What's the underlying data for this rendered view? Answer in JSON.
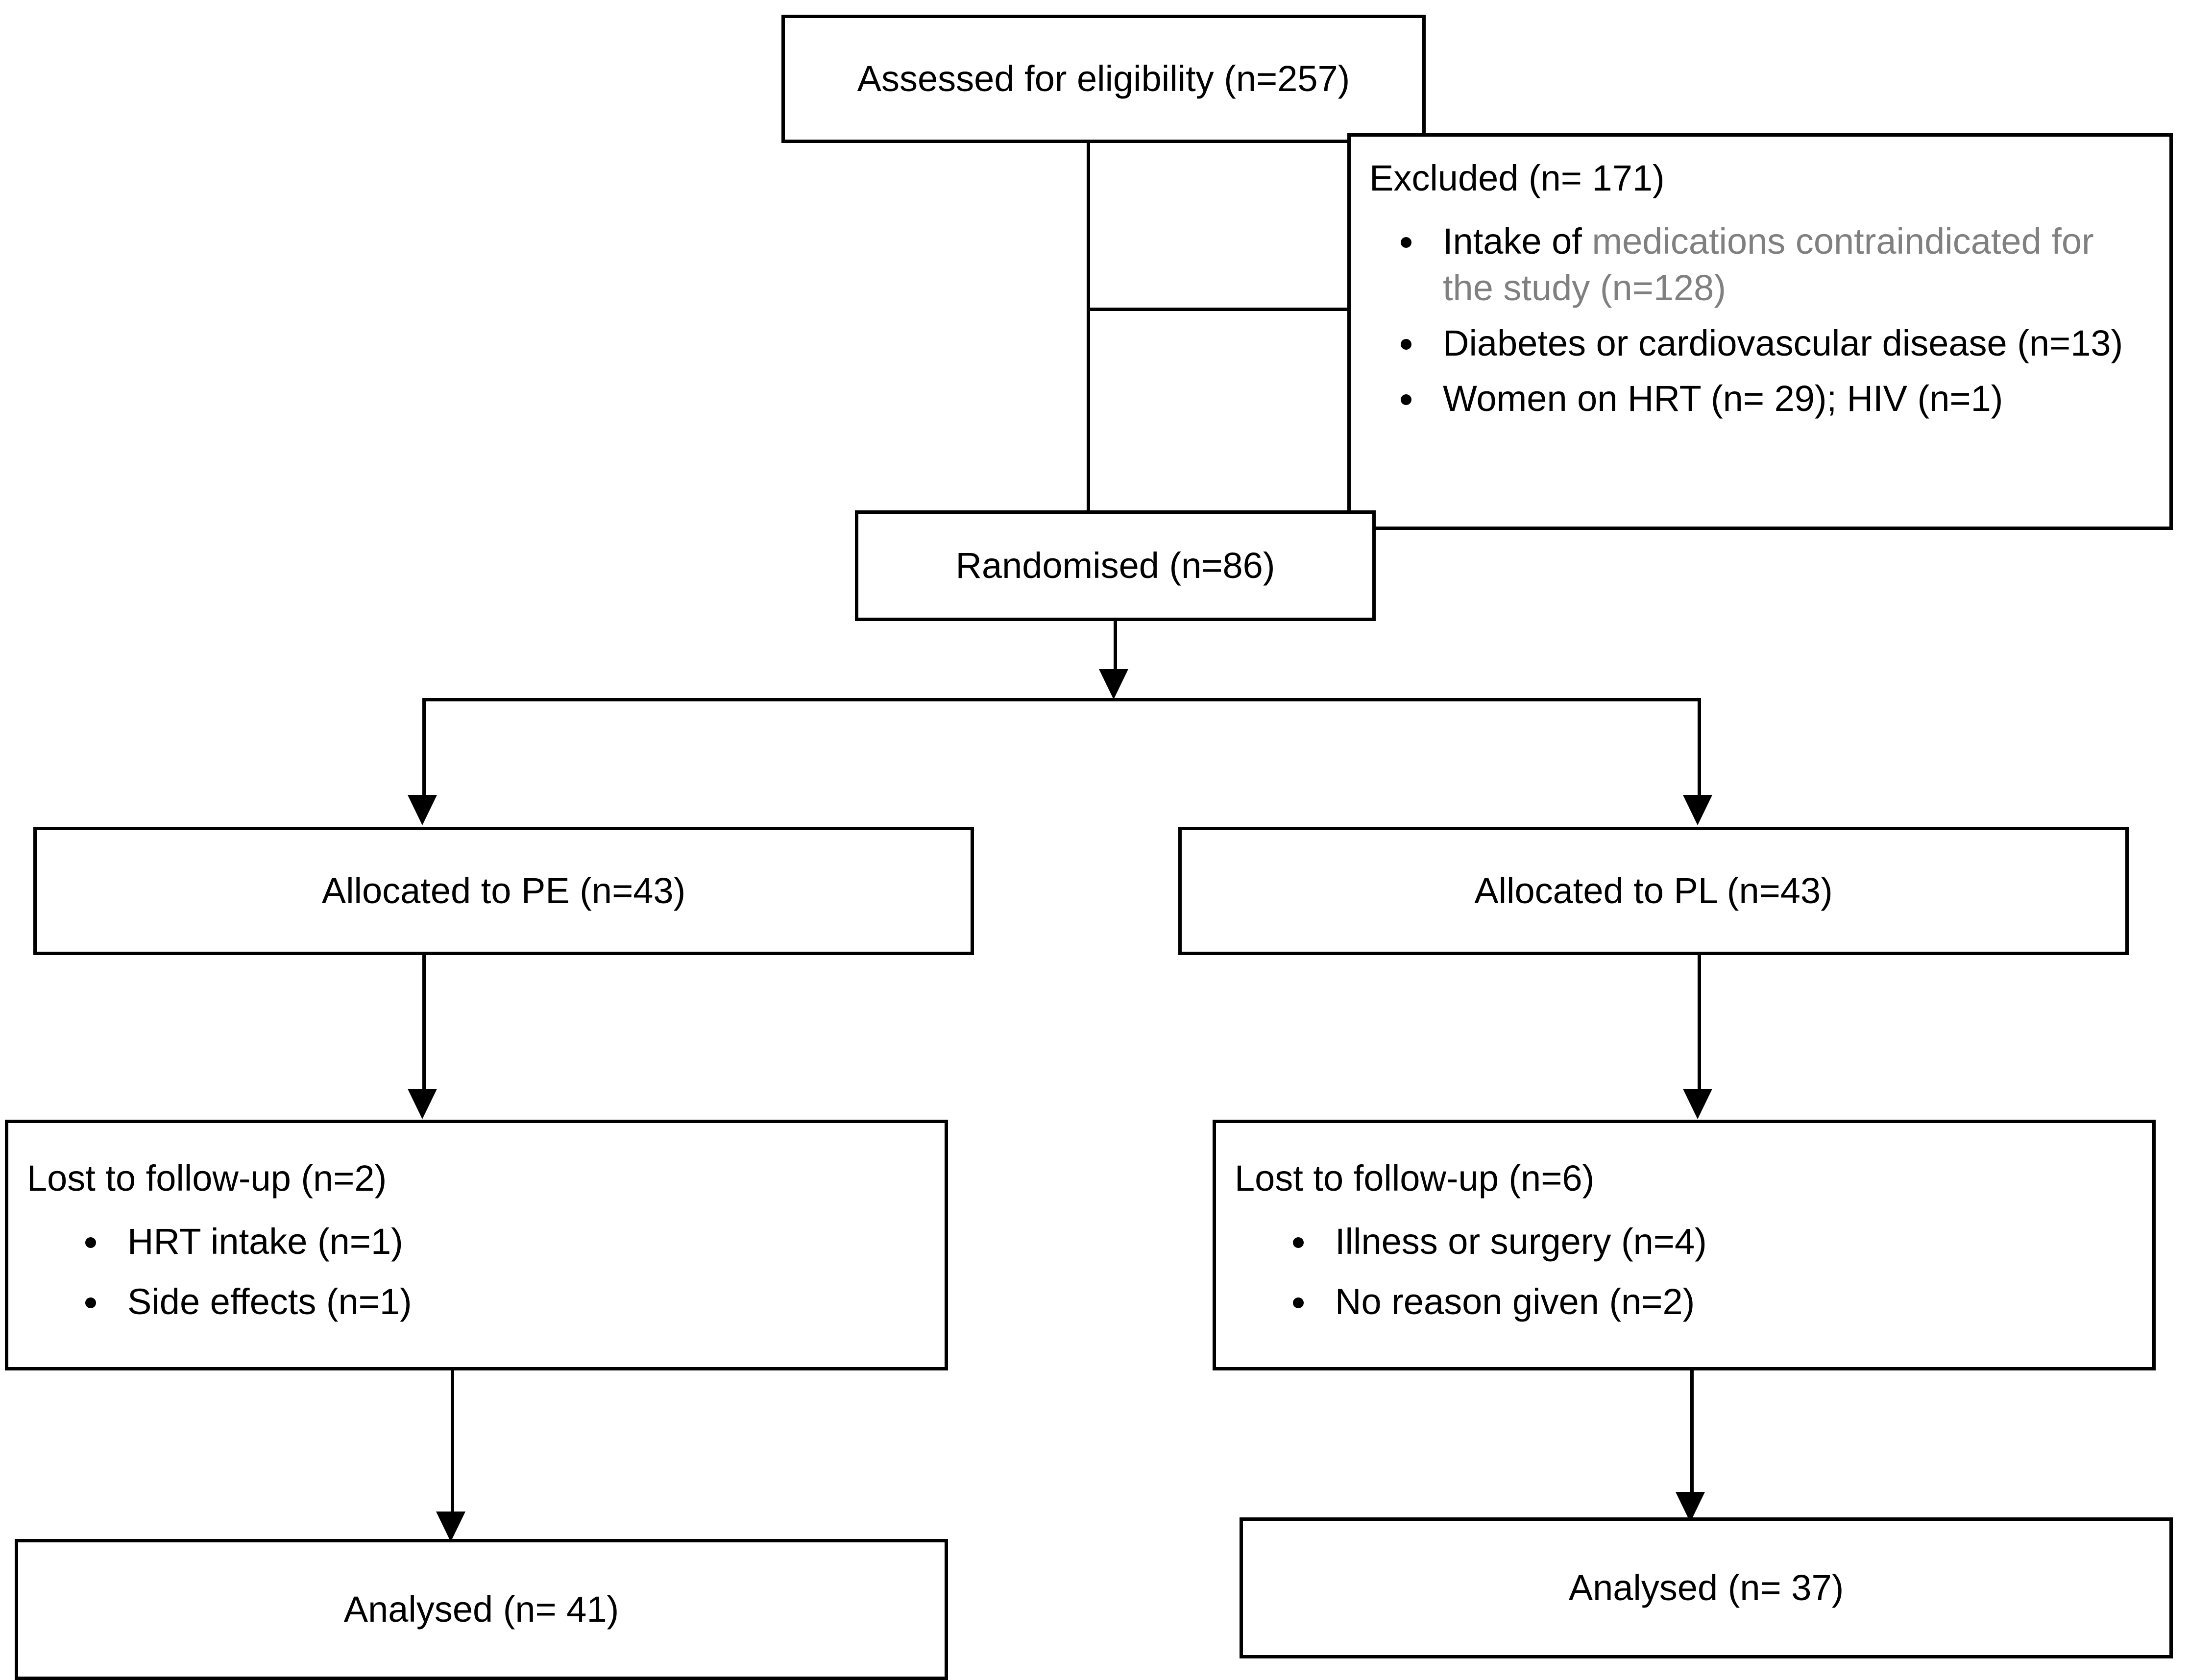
{
  "diagram": {
    "type": "consort-flow-diagram",
    "nodes": {
      "assessed": {
        "label": "Assessed for eligibility (n=257)"
      },
      "excluded": {
        "title": "Excluded (n= 171)",
        "bullets": [
          {
            "lead": "Intake of ",
            "rest": "medications contraindicated for the study (n=128)",
            "rest_color": "#808080"
          },
          {
            "lead": "Diabetes or cardiovascular disease (n=13)",
            "rest": "",
            "rest_color": "#000000"
          },
          {
            "lead": "Women on HRT (n= 29); HIV (n=1)",
            "rest": "",
            "rest_color": "#000000"
          }
        ]
      },
      "randomised": {
        "label": "Randomised (n=86)"
      },
      "alloc_left": {
        "label": "Allocated to PE (n=43)"
      },
      "alloc_right": {
        "label": "Allocated to PL (n=43)"
      },
      "lost_left": {
        "title": "Lost to follow-up (n=2)",
        "bullets": [
          {
            "lead": "HRT intake (n=1)"
          },
          {
            "lead": "Side effects (n=1)"
          }
        ]
      },
      "lost_right": {
        "title": "Lost to follow-up (n=6)",
        "bullets": [
          {
            "lead": "Illness or surgery (n=4)"
          },
          {
            "lead": "No reason given (n=2)"
          }
        ]
      },
      "analysed_left": {
        "label": "Analysed (n= 41)"
      },
      "analysed_right": {
        "label": "Analysed (n= 37)"
      }
    },
    "colors": {
      "stroke": "#000000",
      "background": "#ffffff",
      "muted_text": "#808080"
    }
  }
}
